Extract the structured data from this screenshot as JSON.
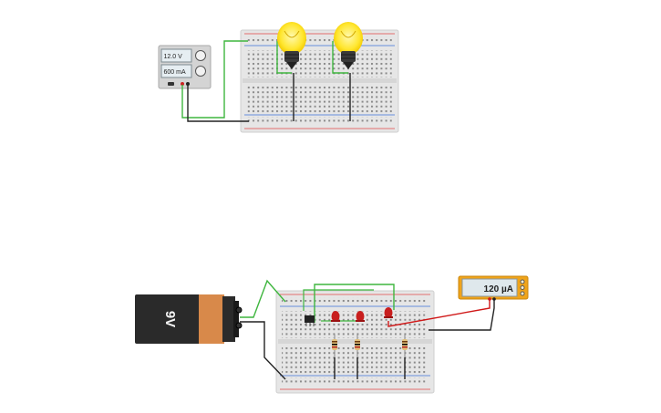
{
  "power_supply": {
    "voltage_display": "12.0 V",
    "current_display": "600 mA"
  },
  "battery": {
    "label": "9V",
    "body_color": "#2a2a2a",
    "cap_color": "#d8894a"
  },
  "multimeter": {
    "reading": "120 µA",
    "body_color": "#f0a41a"
  },
  "colors": {
    "wire_green": "#3fb63f",
    "wire_black": "#222222",
    "wire_red": "#d01818",
    "bulb_glow": "#ffe62e",
    "led_red": "#c81e1e",
    "breadboard": "#e6e6e6"
  },
  "components": {
    "bulbs": 2,
    "leds": 3,
    "resistors": 3
  }
}
